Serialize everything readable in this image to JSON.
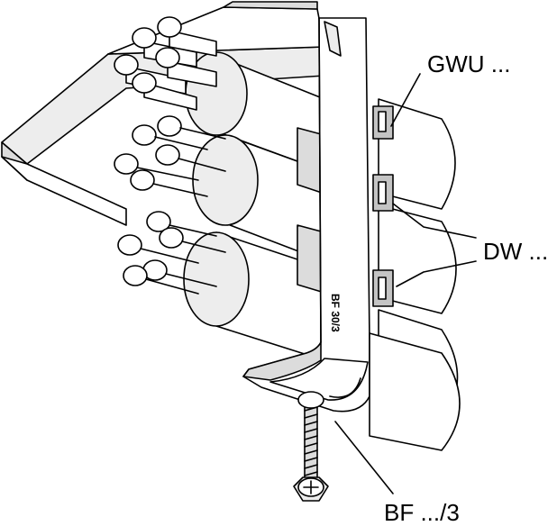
{
  "labels": {
    "gwu": "GWU ...",
    "dw": "DW ...",
    "bf": "BF .../3",
    "stamp": "BF 30/3"
  },
  "colors": {
    "line": "#000000",
    "background": "#ffffff",
    "shade_light": "#ededed",
    "shade_mid": "#dcdcdc",
    "shade_dark": "#c4c4c4"
  }
}
